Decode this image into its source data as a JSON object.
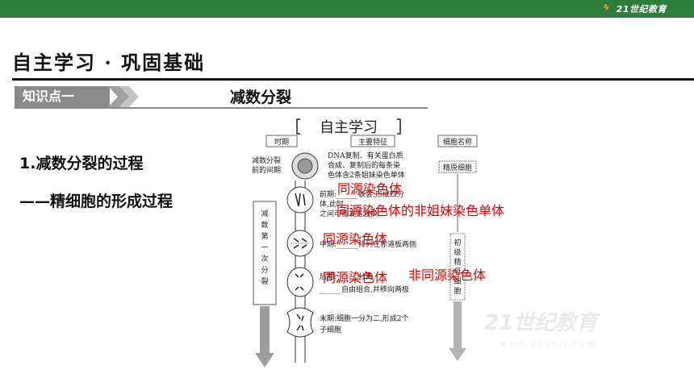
{
  "header": {
    "logo_text": "21世纪教育"
  },
  "section": {
    "title": "自主学习 · 巩固基础"
  },
  "knowledge_point": {
    "label": "知识点一",
    "topic": "减数分裂"
  },
  "content": {
    "heading1": "1.减数分裂的过程",
    "heading2": "——精细胞的形成过程"
  },
  "figure": {
    "banner": "自主学习",
    "col_period": "时期",
    "col_feature": "主要特征",
    "col_cellname": "细胞名称",
    "interphase_label_1": "减数分裂",
    "interphase_label_2": "前的间期",
    "interphase_text_1": "DNA复制、有关蛋白质",
    "interphase_text_2": "合成、复制后的每条染",
    "interphase_text_3": "色体含2条姐妹染色单体",
    "cell_spermatogonium": "精原细胞",
    "meiosis1_label": "减数第一次分裂",
    "prophase_text_1": "前期:______联会,形成四分",
    "prophase_text_2": "体,此时______",
    "prophase_text_3": "之间可能发生互换",
    "metaphase_text": "中期:______排列在赤道板两侧",
    "anaphase_text_1": "后期:______分离,",
    "anaphase_text_2": "______自由组合,并移向两极",
    "telophase_text_1": "末期:细胞一分为二,形成2个",
    "telophase_text_2": "子细胞",
    "cell_primary": "初级精母细胞"
  },
  "answers": {
    "a1": "同源染色体",
    "a2": "同源染色体的非姐妹染色单体",
    "a3": "同源染色体",
    "a4": "同源染色体",
    "a5": "非同源染色体"
  },
  "watermark": {
    "text": "21世纪教育",
    "url": "www.21cnjy.com"
  },
  "colors": {
    "topbar": "#2f7d3a",
    "answer": "#e00000",
    "kp_box": "#8a8a8a"
  }
}
